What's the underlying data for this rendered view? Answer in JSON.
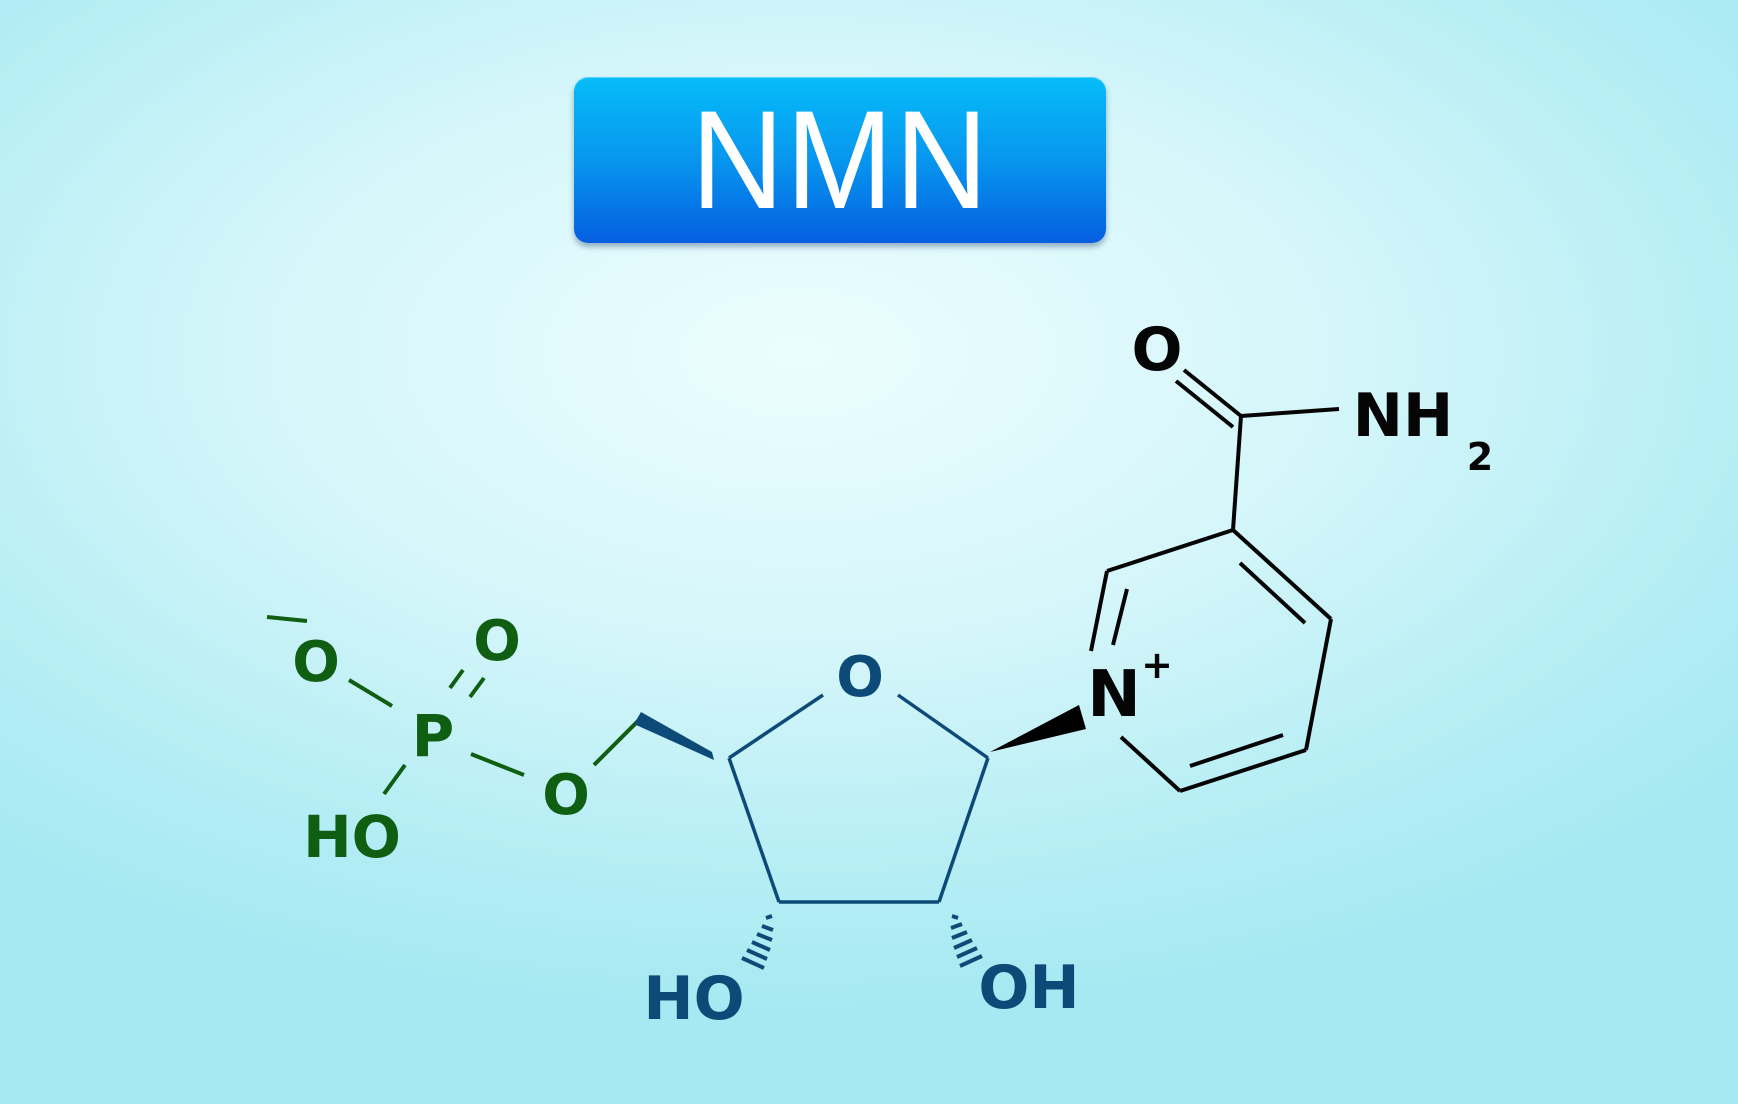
{
  "title": "NMN",
  "colors": {
    "phosphate": "#0f5e12",
    "ribose": "#0d4a78",
    "nicotinamide": "#050505",
    "badge_top": "#06bdf9",
    "badge_bottom": "#055fe0"
  },
  "molecule": {
    "phosphate": {
      "o_minus_label": "O",
      "o_double_label": "O",
      "p_label": "P",
      "ho_label": "HO",
      "o_bridge_label": "O"
    },
    "ribose": {
      "ring_o_label": "O",
      "ho_label": "HO",
      "oh_label": "OH"
    },
    "nicotinamide": {
      "n_label": "N",
      "n_charge": "+",
      "carbonyl_o_label": "O",
      "nh_label": "NH",
      "nh_subscript": "2"
    }
  }
}
